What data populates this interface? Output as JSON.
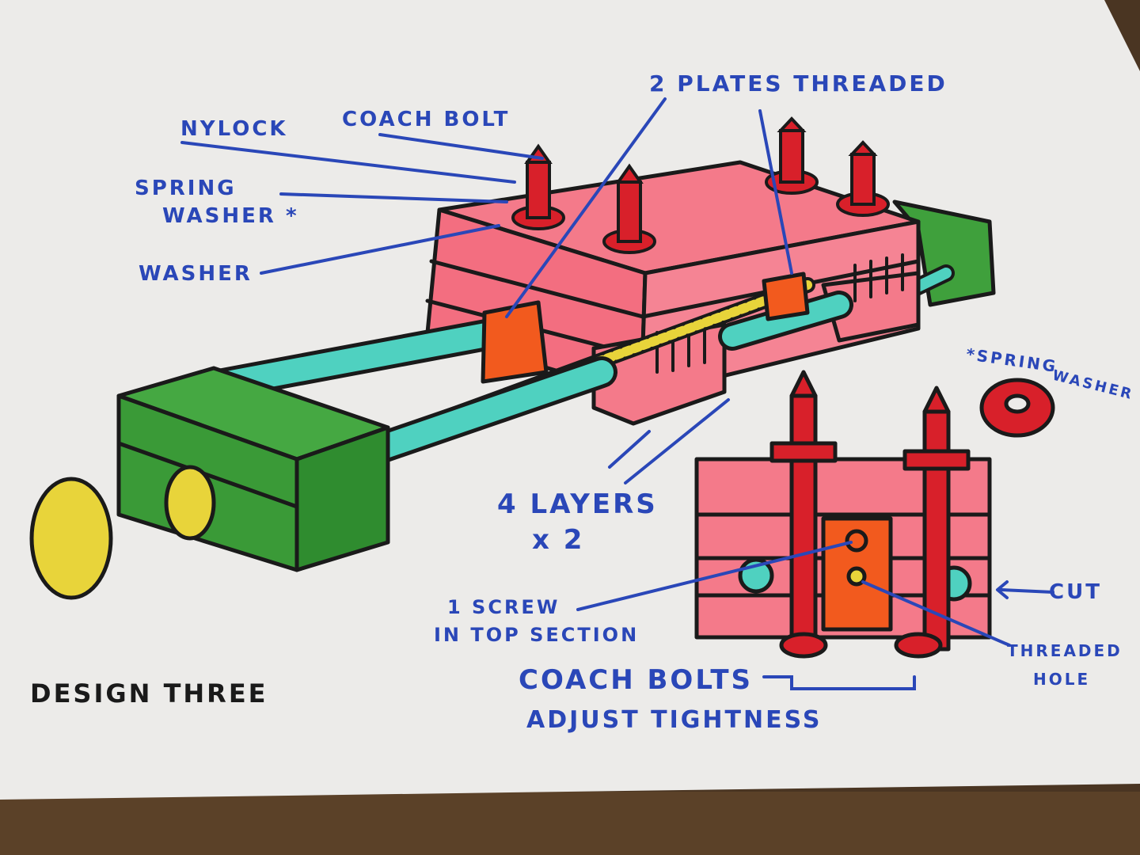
{
  "labels": {
    "two_plates_threaded": "2 PLATES THREADED",
    "coach_bolt": "COACH BOLT",
    "nylock": "NYLOCK",
    "spring_washer_line1": "SPRING",
    "spring_washer_line2": "WASHER *",
    "washer": "WASHER",
    "spring_washer_note_line1": "*SPRING",
    "spring_washer_note_line2": "WASHER",
    "four_layers_line1": "4 LAYERS",
    "four_layers_line2": "x 2",
    "one_screw_line1": "1 SCREW",
    "one_screw_line2": "IN TOP SECTION",
    "cut": "CUT",
    "threaded_hole_line1": "THREADED",
    "threaded_hole_line2": "HOLE",
    "coach_bolts_line1": "COACH BOLTS",
    "coach_bolts_line2": "ADJUST TIGHTNESS",
    "design_title": "DESIGN THREE"
  },
  "colors": {
    "paper": "#ecebe9",
    "table_wood": "#4a3522",
    "ink_blue": "#2a47b8",
    "ink_black": "#1a1a1a",
    "pink_block": "#f47a8a",
    "green_jaw": "#3fa03c",
    "teal_rod": "#4fd1c0",
    "yellow_screw": "#e8d43a",
    "red_bolt": "#d8202a",
    "orange_plate": "#f25a1e"
  }
}
